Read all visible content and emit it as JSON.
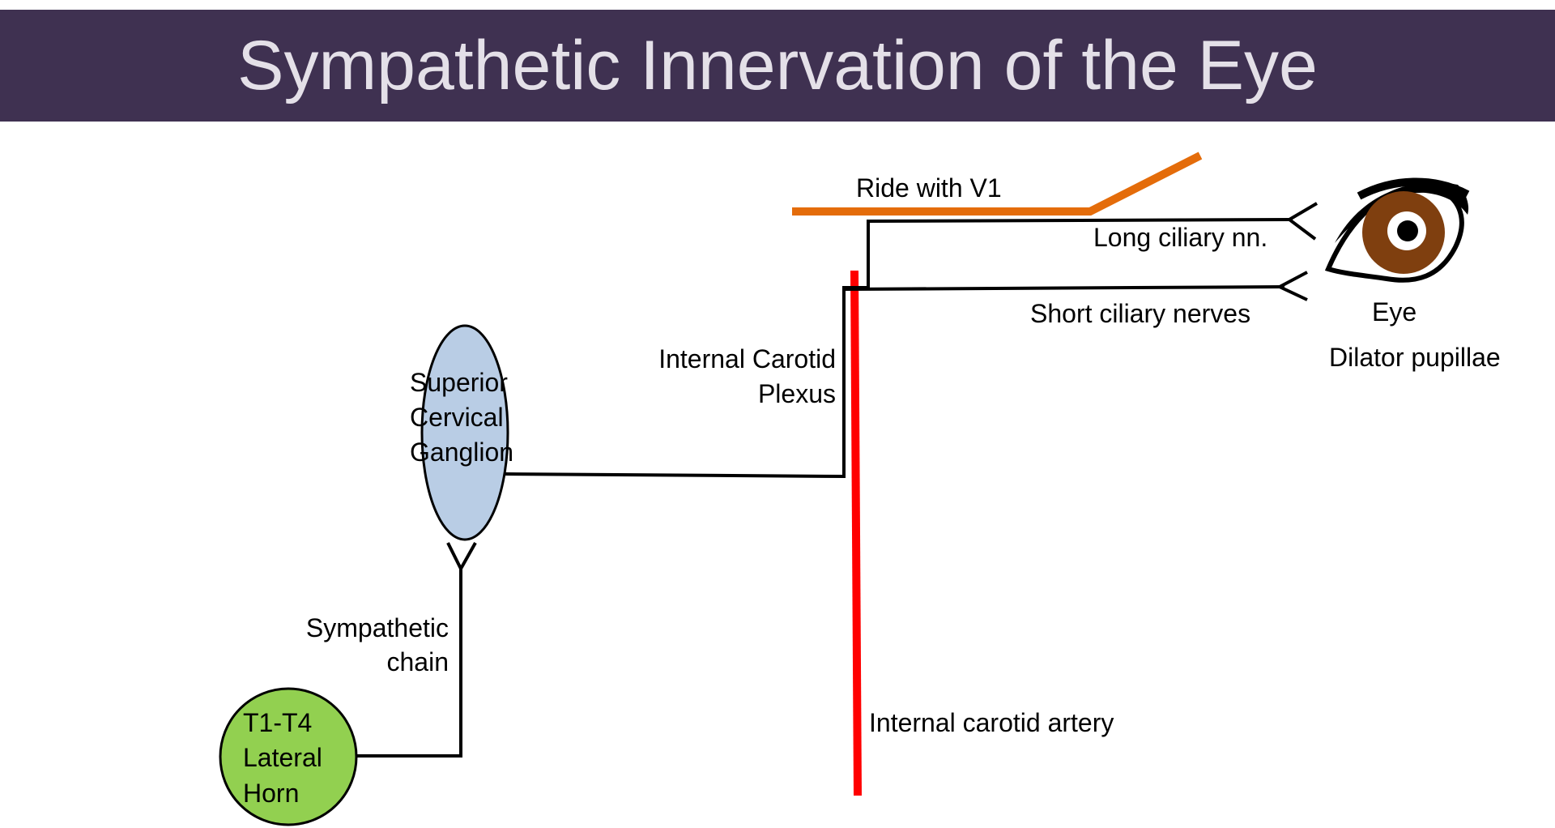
{
  "title": "Sympathetic Innervation of the Eye",
  "labels": {
    "ride_with_v1": "Ride with V1",
    "long_ciliary": "Long ciliary nn.",
    "short_ciliary": "Short ciliary nerves",
    "eye": "Eye",
    "dilator": "Dilator pupillae",
    "icp_line1": "Internal Carotid",
    "icp_line2": "Plexus",
    "scg_line1": "Superior",
    "scg_line2": "Cervical",
    "scg_line3": "Ganglion",
    "chain_line1": "Sympathetic",
    "chain_line2": "chain",
    "horn_line1": "T1-T4",
    "horn_line2": "Lateral",
    "horn_line3": "Horn",
    "artery": "Internal carotid artery"
  },
  "colors": {
    "title_bg": "#3f3151",
    "title_text": "#e4e0e8",
    "nerve": "#000000",
    "v1": "#e46c0a",
    "artery": "#ff0000",
    "ganglion_fill": "#b9cde5",
    "horn_fill": "#92d050",
    "iris": "#7f3f0f"
  },
  "icons": {
    "eye": "eye-icon"
  }
}
